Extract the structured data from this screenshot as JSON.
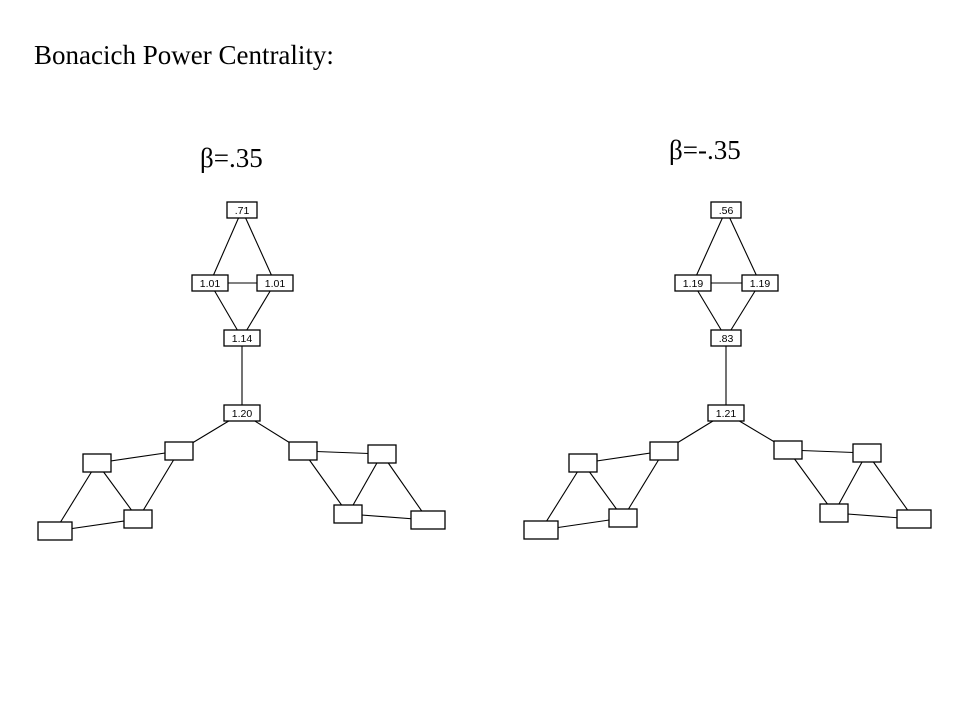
{
  "title": "Bonacich Power Centrality:",
  "beta_symbol": "β",
  "graphs": [
    {
      "id": "left",
      "beta_label": "=.35",
      "values": [
        ".71",
        "1.01",
        "1.01",
        "1.14",
        "1.20",
        "",
        "",
        "",
        "",
        "",
        "",
        "",
        ""
      ]
    },
    {
      "id": "right",
      "beta_label": "=-.35",
      "values": [
        ".56",
        "1.19",
        "1.19",
        ".83",
        "1.21",
        "",
        "",
        "",
        "",
        "",
        "",
        "",
        ""
      ]
    }
  ],
  "edges": [
    [
      0,
      1
    ],
    [
      0,
      2
    ],
    [
      1,
      2
    ],
    [
      1,
      3
    ],
    [
      2,
      3
    ],
    [
      3,
      4
    ],
    [
      4,
      5
    ],
    [
      4,
      9
    ],
    [
      5,
      6
    ],
    [
      5,
      7
    ],
    [
      6,
      7
    ],
    [
      6,
      8
    ],
    [
      7,
      8
    ],
    [
      9,
      10
    ],
    [
      9,
      11
    ],
    [
      10,
      11
    ],
    [
      10,
      12
    ],
    [
      11,
      12
    ]
  ],
  "colors": {
    "line": "#000000",
    "node_fill": "#ffffff"
  }
}
